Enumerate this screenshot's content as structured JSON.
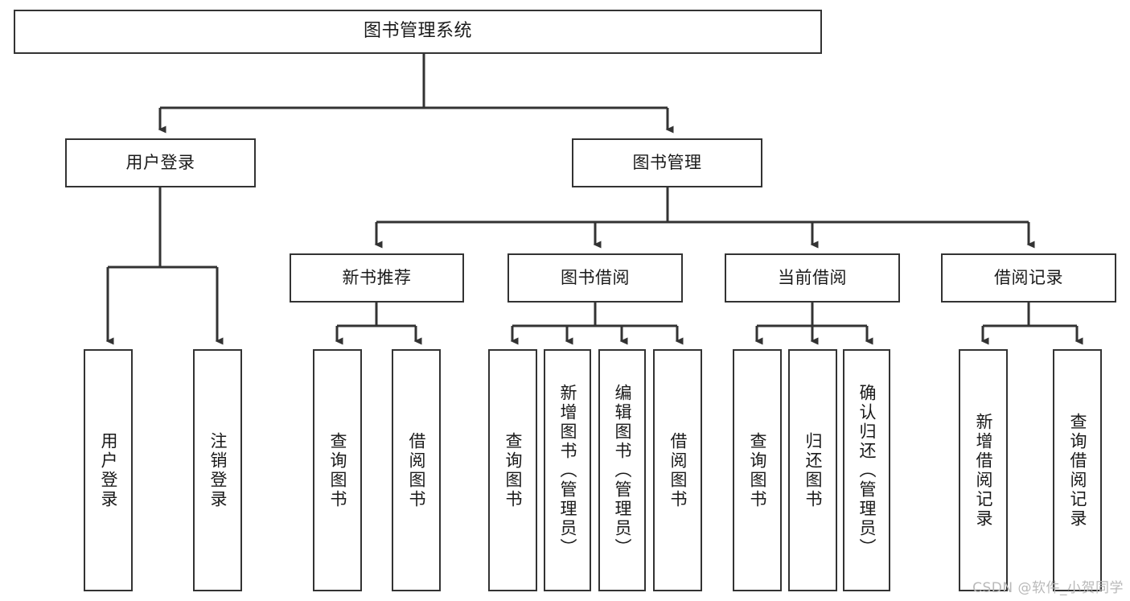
{
  "diagram": {
    "type": "tree-hierarchy",
    "title": "图书管理系统",
    "watermark": "CSDN @软件_小贺同学",
    "colors": {
      "box_border": "#333333",
      "box_fill": "#ffffff",
      "connector": "#333333",
      "text": "#1a1a1a",
      "watermark": "#b9b9b9",
      "background": "#ffffff"
    },
    "nodes": {
      "root": {
        "label": "图书管理系统"
      },
      "level2": [
        {
          "id": "user-login",
          "label": "用户登录"
        },
        {
          "id": "book-manage",
          "label": "图书管理"
        }
      ],
      "level3": [
        {
          "id": "new-book-recommend",
          "label": "新书推荐"
        },
        {
          "id": "book-borrow",
          "label": "图书借阅"
        },
        {
          "id": "current-borrow",
          "label": "当前借阅"
        },
        {
          "id": "borrow-record",
          "label": "借阅记录"
        }
      ],
      "leaves": {
        "user-login": [
          {
            "id": "leaf-user-login",
            "label": "用户登录"
          },
          {
            "id": "leaf-logout-login",
            "label": "注销登录"
          }
        ],
        "new-book-recommend": [
          {
            "id": "leaf-query-book-1",
            "label": "查询图书"
          },
          {
            "id": "leaf-borrow-book-1",
            "label": "借阅图书"
          }
        ],
        "book-borrow": [
          {
            "id": "leaf-query-book-2",
            "label": "查询图书"
          },
          {
            "id": "leaf-add-book",
            "label": "新增图书（管理员）"
          },
          {
            "id": "leaf-edit-book",
            "label": "编辑图书（管理员）"
          },
          {
            "id": "leaf-borrow-book-2",
            "label": "借阅图书"
          }
        ],
        "current-borrow": [
          {
            "id": "leaf-query-book-3",
            "label": "查询图书"
          },
          {
            "id": "leaf-return-book",
            "label": "归还图书"
          },
          {
            "id": "leaf-confirm-return",
            "label": "确认归还（管理员）"
          }
        ],
        "borrow-record": [
          {
            "id": "leaf-add-record",
            "label": "新增借阅记录"
          },
          {
            "id": "leaf-query-record",
            "label": "查询借阅记录"
          }
        ]
      }
    }
  }
}
